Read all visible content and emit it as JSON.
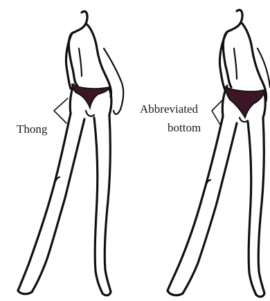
{
  "figures": [
    {
      "label": "Thong",
      "garment_color": "#3a1626"
    },
    {
      "label_line1": "Abbreviated",
      "label_line2": "bottom",
      "garment_color": "#3a1626"
    }
  ],
  "colors": {
    "outline": "#111111",
    "background": "#ffffff"
  }
}
